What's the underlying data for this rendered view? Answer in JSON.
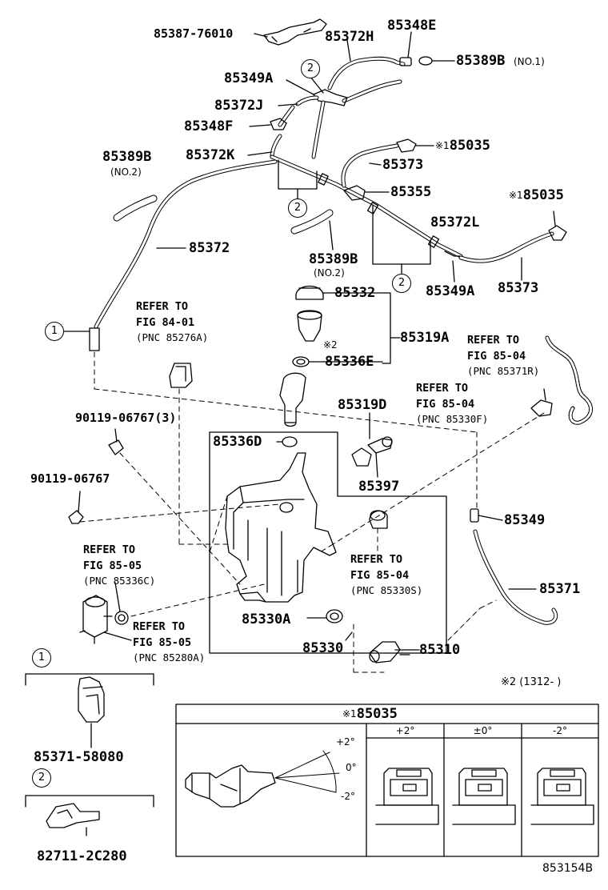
{
  "parts": {
    "p85387": "85387-76010",
    "p85372H": "85372H",
    "p85348E": "85348E",
    "p85389B_top": "85389B",
    "p85389B_top_note": "(NO.1)",
    "p85349A_top": "85349A",
    "p85372J": "85372J",
    "p85348F": "85348F",
    "p85389B_left": "85389B",
    "p85389B_left_note": "(NO.2)",
    "p85372K": "85372K",
    "p85035_a": "85035",
    "p85373_a": "85373",
    "p85355": "85355",
    "p85035_b": "85035",
    "p85372L": "85372L",
    "p85372": "85372",
    "p85389B_mid": "85389B",
    "p85389B_mid_note": "(NO.2)",
    "p85349A_mid": "85349A",
    "p85373_b": "85373",
    "p85332": "85332",
    "p85319A": "85319A",
    "p85336E": "85336E",
    "p85319D": "85319D",
    "p90119a": "90119-06767(3)",
    "p85336D": "85336D",
    "p90119b": "90119-06767",
    "p85397": "85397",
    "p85349": "85349",
    "p85371": "85371",
    "p85330A": "85330A",
    "p85330": "85330",
    "p85310": "85310",
    "p85371_58080": "85371-58080",
    "p82711": "82711-2C280",
    "diagram_code": "853154B"
  },
  "refs": {
    "r1": {
      "l1": "REFER TO",
      "l2": "FIG 84-01",
      "l3": "(PNC 85276A)"
    },
    "r2": {
      "l1": "REFER TO",
      "l2": "FIG 85-04",
      "l3": "(PNC 85371R)"
    },
    "r3": {
      "l1": "REFER TO",
      "l2": "FIG 85-04",
      "l3": "(PNC 85330F)"
    },
    "r4": {
      "l1": "REFER TO",
      "l2": "FIG 85-05",
      "l3": "(PNC 85336C)"
    },
    "r5": {
      "l1": "REFER TO",
      "l2": "FIG 85-04",
      "l3": "(PNC 85330S)"
    },
    "r6": {
      "l1": "REFER TO",
      "l2": "FIG 85-05",
      "l3": "(PNC 85280A)"
    }
  },
  "marks": {
    "m1": "※1",
    "m2": "※2",
    "note2": "※2 (1312-      )"
  },
  "circles": {
    "c1": "1",
    "c2": "2"
  },
  "table": {
    "title": "85035",
    "title_mark": "※1",
    "col1": "+2°",
    "col2": "±0°",
    "col3": "-2°",
    "ang_plus": "+2°",
    "ang_zero": "0°",
    "ang_minus": "-2°"
  }
}
